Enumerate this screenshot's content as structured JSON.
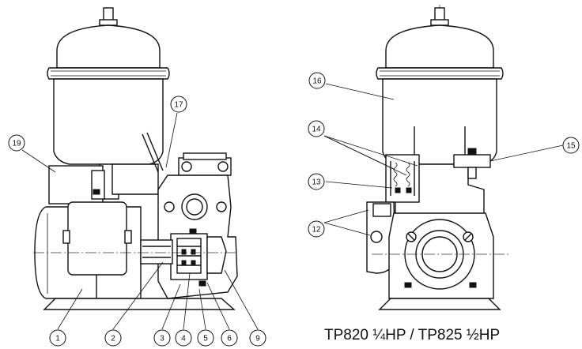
{
  "caption": "TP820 ¼HP / TP825  ½HP",
  "callouts": [
    "1",
    "2",
    "3",
    "4",
    "5",
    "6",
    "9",
    "12",
    "13",
    "14",
    "15",
    "16",
    "17",
    "19"
  ]
}
